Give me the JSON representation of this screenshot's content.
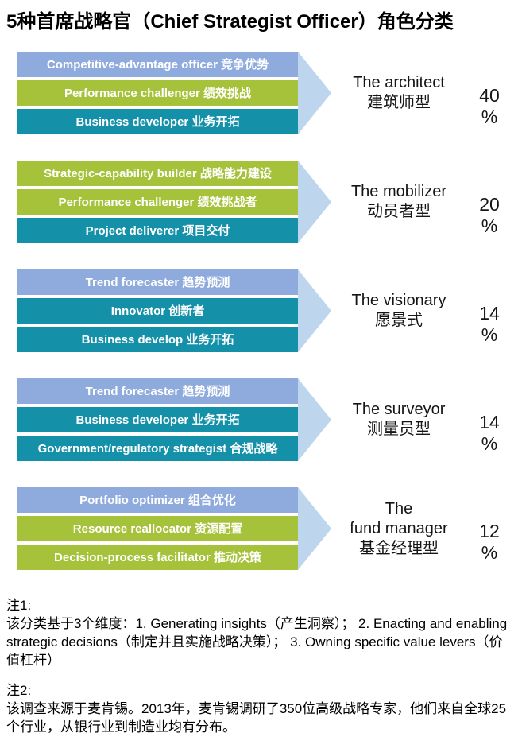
{
  "title": "5种首席战略官（Chief Strategist Officer）角色分类",
  "colors": {
    "periwinkle": "#8FAADC",
    "green": "#A6C23B",
    "teal": "#1490A9",
    "arrow": "#BDD6EE",
    "bar_text": "#FFFFFF"
  },
  "groups": [
    {
      "bars": [
        {
          "label": "Competitive-advantage officer 竞争优势",
          "color": "periwinkle"
        },
        {
          "label": "Performance challenger 绩效挑战",
          "color": "green"
        },
        {
          "label": "Business developer 业务开拓",
          "color": "teal"
        }
      ],
      "role_lines": [
        "The architect",
        "建筑师型"
      ],
      "percent": {
        "value": "40",
        "unit": "%"
      }
    },
    {
      "bars": [
        {
          "label": "Strategic-capability builder 战略能力建设",
          "color": "green"
        },
        {
          "label": "Performance challenger 绩效挑战者",
          "color": "green"
        },
        {
          "label": "Project deliverer 项目交付",
          "color": "teal"
        }
      ],
      "role_lines": [
        "The mobilizer",
        "动员者型"
      ],
      "percent": {
        "value": "20",
        "unit": "%"
      }
    },
    {
      "bars": [
        {
          "label": "Trend forecaster 趋势预测",
          "color": "periwinkle"
        },
        {
          "label": "Innovator 创新者",
          "color": "teal"
        },
        {
          "label": "Business develop 业务开拓",
          "color": "teal"
        }
      ],
      "role_lines": [
        "The visionary",
        "愿景式"
      ],
      "percent": {
        "value": "14",
        "unit": "%"
      }
    },
    {
      "bars": [
        {
          "label": "Trend forecaster 趋势预测",
          "color": "periwinkle"
        },
        {
          "label": "Business developer 业务开拓",
          "color": "teal"
        },
        {
          "label": "Government/regulatory strategist 合规战略",
          "color": "teal"
        }
      ],
      "role_lines": [
        "The surveyor",
        "测量员型"
      ],
      "percent": {
        "value": "14",
        "unit": "%"
      }
    },
    {
      "bars": [
        {
          "label": "Portfolio optimizer 组合优化",
          "color": "periwinkle"
        },
        {
          "label": "Resource reallocator 资源配置",
          "color": "green"
        },
        {
          "label": "Decision-process facilitator 推动决策",
          "color": "green"
        }
      ],
      "role_lines": [
        "The",
        "fund manager",
        "基金经理型"
      ],
      "percent": {
        "value": "12",
        "unit": "%"
      }
    }
  ],
  "notes": [
    {
      "heading": "注1:",
      "body": "该分类基于3个维度：1. Generating insights（产生洞察）； 2. Enacting and enabling strategic decisions（制定并且实施战略决策）； 3. Owning specific value levers（价值杠杆）"
    },
    {
      "heading": "注2:",
      "body": "该调查来源于麦肯锡。2013年，麦肯锡调研了350位高级战略专家，他们来自全球25个行业，从银行业到制造业均有分布。"
    }
  ]
}
